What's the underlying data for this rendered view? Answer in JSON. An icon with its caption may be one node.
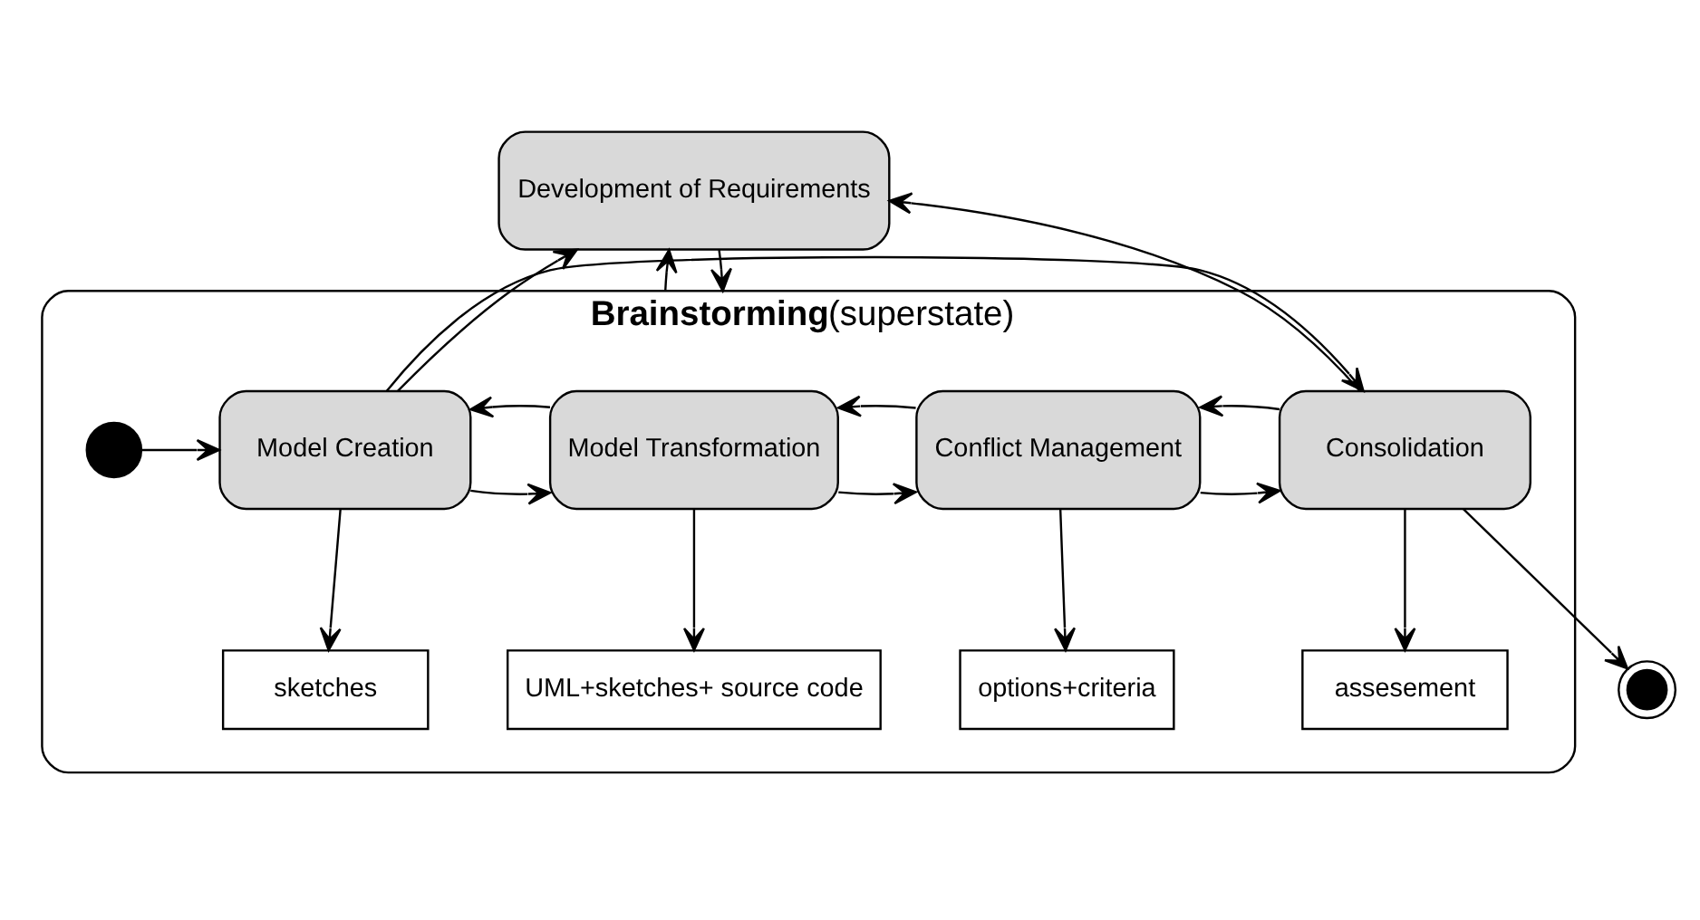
{
  "diagram": {
    "nodes": [
      {
        "text": [
          "Development of Requirements"
        ]
      },
      {
        "text": [
          "Brainstorming",
          "(superstate)"
        ]
      },
      {
        "text": [],
        "shape": "circle",
        "in": 1
      },
      {
        "text": [
          "Model Creation"
        ],
        "in": 1
      },
      {
        "text": [
          "Model Transformation"
        ],
        "in": 1
      },
      {
        "text": [
          "Conflict Management"
        ],
        "in": 1
      },
      {
        "text": [
          "Consolidation"
        ],
        "in": 1
      },
      {
        "text": [
          "sketches"
        ],
        "in": 1
      },
      {
        "text": [
          "UML+sketches+ source code"
        ],
        "in": 1
      },
      {
        "text": [
          "options+criteria"
        ],
        "in": 1
      },
      {
        "text": [
          "assesement"
        ],
        "in": 1
      },
      {
        "text": [],
        "shape": "bullseye"
      }
    ],
    "edges": [
      {
        "from": 0,
        "to": 1,
        "arrow": "to"
      },
      {
        "from": 1,
        "to": 0,
        "arrow": "to"
      },
      {
        "from": 2,
        "to": 3,
        "arrow": "to"
      },
      {
        "from": 3,
        "to": 4,
        "arrow": "to"
      },
      {
        "from": 4,
        "to": 3,
        "arrow": "to"
      },
      {
        "from": 4,
        "to": 5,
        "arrow": "to"
      },
      {
        "from": 5,
        "to": 4,
        "arrow": "to"
      },
      {
        "from": 5,
        "to": 6,
        "arrow": "to"
      },
      {
        "from": 6,
        "to": 5,
        "arrow": "to"
      },
      {
        "from": 3,
        "to": 6,
        "arrow": "to"
      },
      {
        "from": 3,
        "to": 7,
        "arrow": "to"
      },
      {
        "from": 4,
        "to": 8,
        "arrow": "to"
      },
      {
        "from": 5,
        "to": 9,
        "arrow": "to"
      },
      {
        "from": 6,
        "to": 10,
        "arrow": "to"
      },
      {
        "from": 6,
        "to": 11,
        "arrow": "to"
      },
      {
        "from": 3,
        "to": 0,
        "arrow": "to"
      },
      {
        "from": 6,
        "to": 0,
        "arrow": "to"
      }
    ]
  }
}
